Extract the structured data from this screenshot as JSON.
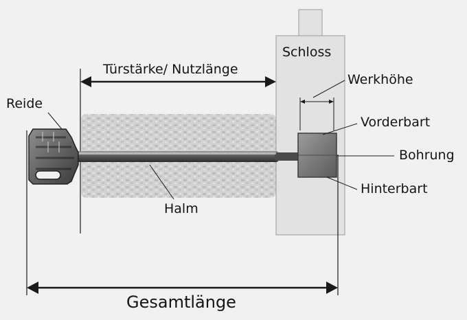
{
  "labels": {
    "turstaerke": "Türstärke/ Nutzlänge",
    "schloss": "Schloss",
    "werkhoehe": "Werkhöhe",
    "reide": "Reide",
    "vorderbart": "Vorderbart",
    "bohrung": "Bohrung",
    "hinterbart": "Hinterbart",
    "halm": "Halm",
    "gesamtlaenge": "Gesamtlänge"
  },
  "colors": {
    "background": "#f1f1f1",
    "lines": "#1a1a1a",
    "lock": "#e2e2e2",
    "lock_border": "#9a9a9a",
    "door": "#cfcfcf",
    "metal_dark": "#3c3c3c",
    "metal_light": "#8a8a8a"
  }
}
